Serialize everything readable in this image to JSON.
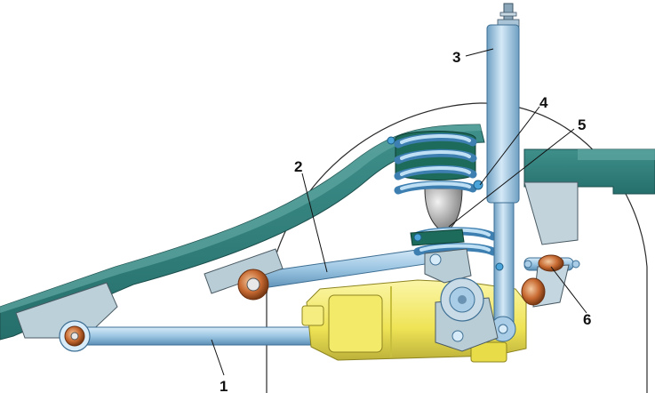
{
  "callouts": [
    {
      "id": "c1",
      "label": "1"
    },
    {
      "id": "c2",
      "label": "2"
    },
    {
      "id": "c3",
      "label": "3"
    },
    {
      "id": "c4",
      "label": "4"
    },
    {
      "id": "c5",
      "label": "5"
    },
    {
      "id": "c6",
      "label": "6"
    }
  ],
  "colors": {
    "frame": "#2f7f7c",
    "frame_dark": "#1f5f5d",
    "frame_light": "#8fb9b6",
    "rod": "#a9cde6",
    "rod_dark": "#5b8fb5",
    "spring": "#9ccbea",
    "rubber_pad": "#1d6b5a",
    "bushing": "#c86a32",
    "axle_housing": "#f2ea63",
    "axle_dark": "#bdb23a",
    "bumper": "#b8b8b8",
    "outline": "#333333"
  }
}
